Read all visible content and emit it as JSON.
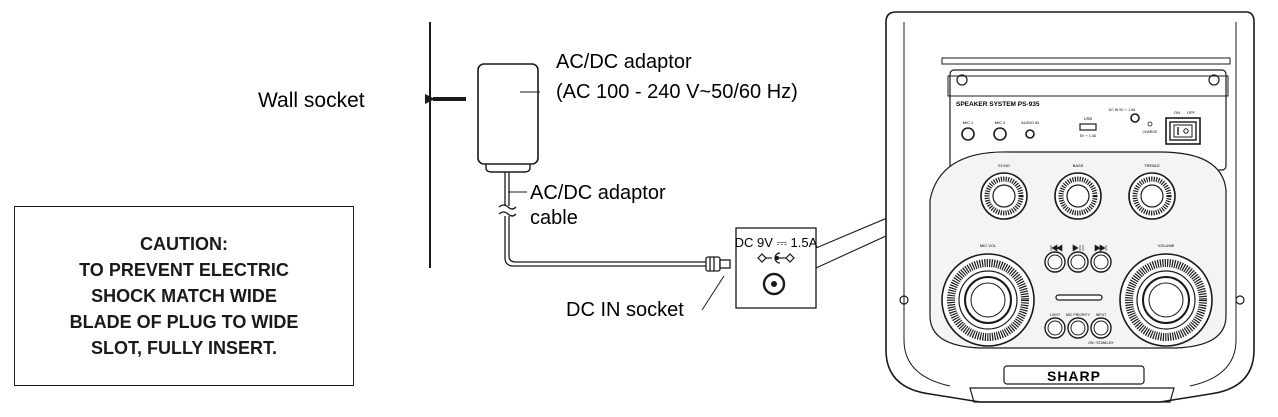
{
  "labels": {
    "wall_socket": "Wall socket",
    "adaptor_line1": "AC/DC adaptor",
    "adaptor_line2": "(AC 100 - 240 V~50/60 Hz)",
    "cable_line1": "AC/DC adaptor",
    "cable_line2": "cable",
    "dc_in_socket": "DC IN socket",
    "dc_rating": "DC 9V ⎓ 1.5A"
  },
  "caution": {
    "lines": [
      "CAUTION:",
      "TO PREVENT ELECTRIC",
      "SHOCK MATCH WIDE",
      "BLADE OF PLUG TO WIDE",
      "SLOT, FULLY INSERT."
    ]
  },
  "speaker": {
    "model": "SPEAKER SYSTEM  PS-935",
    "brand": "SHARP",
    "top_labels": {
      "mic1": "MIC 1",
      "mic2": "MIC 2",
      "audio_in": "AUDIO IN",
      "usb": "USB",
      "usb_rating": "5V ⎓ 1.0A",
      "dc_in": "DC IN 9V ⎓ 1.5A",
      "charge": "CHARGE",
      "on": "ON",
      "off": "OFF"
    },
    "knob_labels": {
      "echo": "ECHO",
      "bass": "BASS",
      "treble": "TREBLE",
      "mic_vol": "MIC VOL",
      "volume": "VOLUME"
    },
    "button_labels": {
      "light": "LIGHT",
      "mic_priority": "MIC PRIORITY",
      "input": "INPUT",
      "on_standby": "ON / STAND-BY"
    },
    "transport_icons": [
      "previous-track-icon",
      "play-pause-icon",
      "next-track-icon"
    ]
  },
  "colors": {
    "line": "#1a1a1a",
    "background": "#ffffff",
    "panel_fill": "#f4f4f4"
  }
}
